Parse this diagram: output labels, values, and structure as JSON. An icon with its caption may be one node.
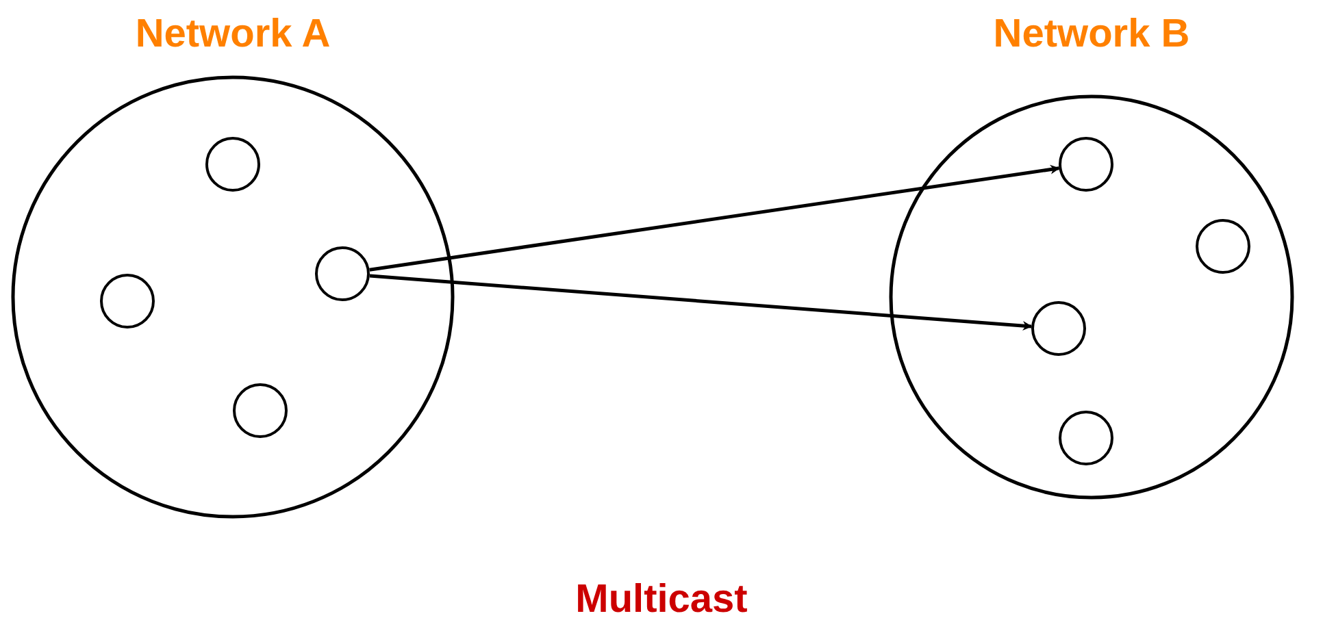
{
  "diagram": {
    "caption": "Multicast",
    "nodes": [
      {
        "text": [
          "Network A"
        ]
      },
      {
        "text": [],
        "shape": "circle",
        "in": 0
      },
      {
        "text": [],
        "shape": "circle",
        "in": 0
      },
      {
        "text": [],
        "shape": "circle",
        "in": 0
      },
      {
        "text": [],
        "shape": "circle",
        "in": 0
      },
      {
        "text": [
          "Network B"
        ]
      },
      {
        "text": [],
        "shape": "circle",
        "in": 5
      },
      {
        "text": [],
        "shape": "circle",
        "in": 5
      },
      {
        "text": [],
        "shape": "circle",
        "in": 5
      },
      {
        "text": [],
        "shape": "circle",
        "in": 5
      }
    ],
    "edges": [
      {
        "from": 2,
        "to": 6,
        "arrow": "to"
      },
      {
        "from": 2,
        "to": 8,
        "arrow": "to"
      }
    ]
  }
}
